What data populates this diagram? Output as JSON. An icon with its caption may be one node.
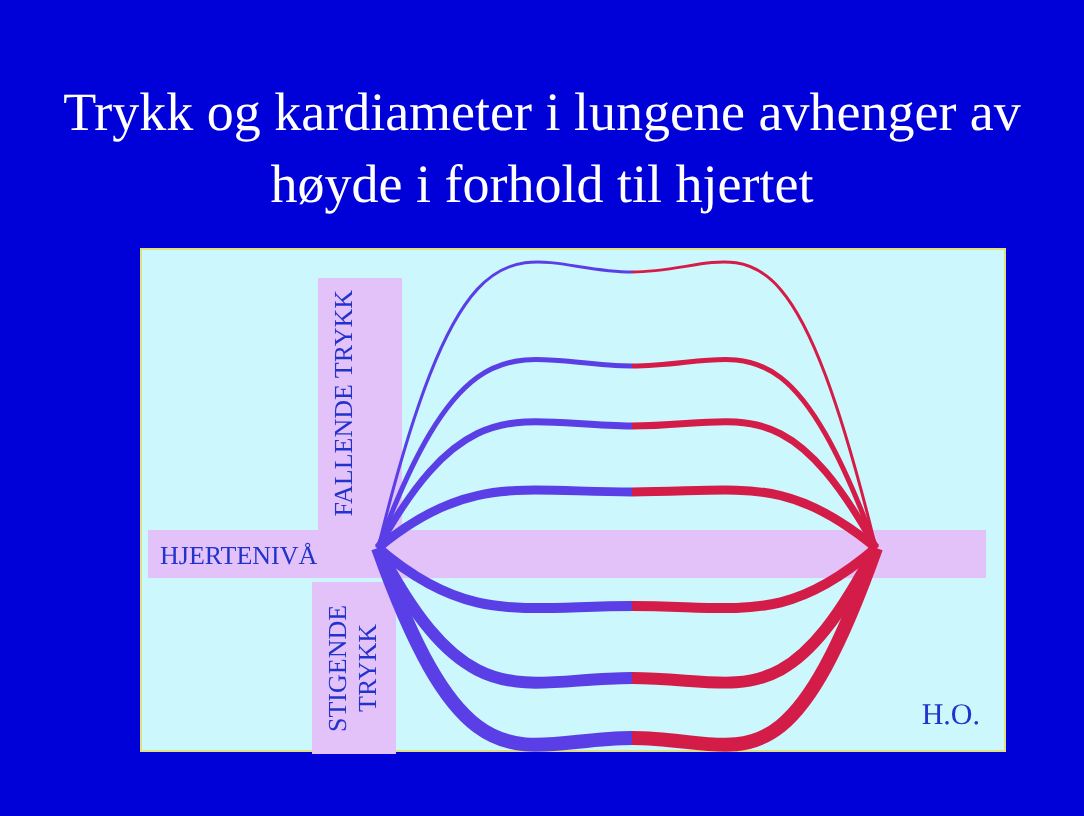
{
  "diagram": {
    "title": "Trykk og kardiameter i lungene avhenger av høyde i forhold til hjertet",
    "nodes": [
      {
        "text": [
          "FALLENDE TRYKK"
        ]
      },
      {
        "text": [
          "HJERTENIVÅ"
        ]
      },
      {
        "text": [
          "STIGENDE TRYKK"
        ]
      }
    ],
    "labels": [
      "H.O."
    ]
  }
}
